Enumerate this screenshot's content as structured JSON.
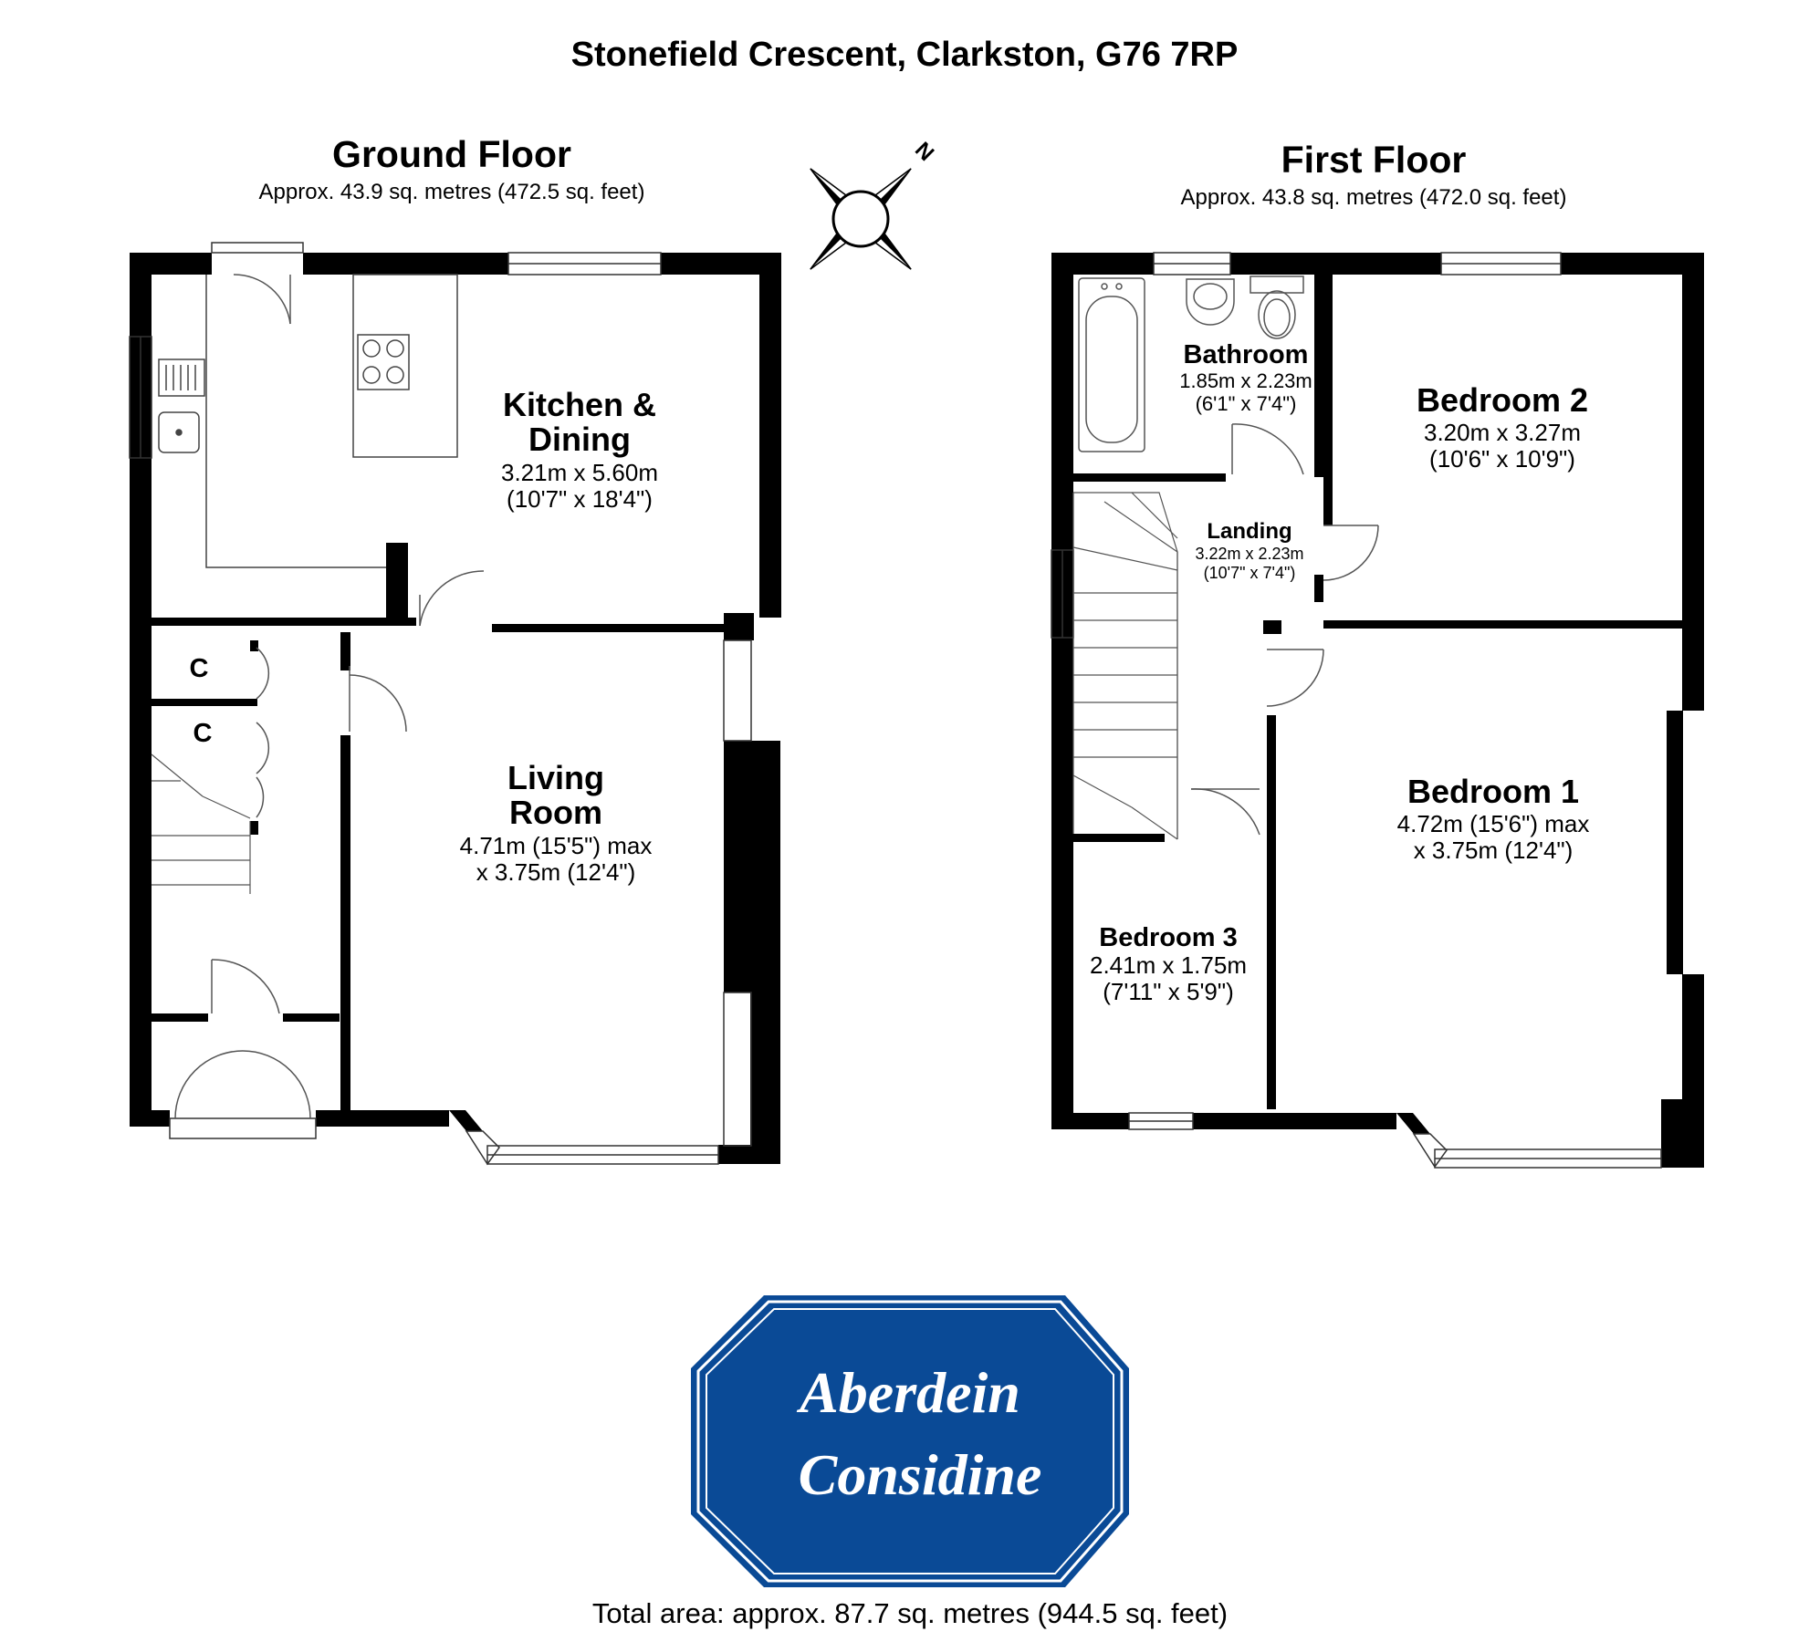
{
  "title": "Stonefield Crescent, Clarkston, G76 7RP",
  "ground_floor": {
    "title": "Ground Floor",
    "area": "Approx. 43.9 sq. metres (472.5 sq. feet)",
    "rooms": {
      "kitchen": {
        "name_1": "Kitchen &",
        "name_2": "Dining",
        "dim_1": "3.21m x 5.60m",
        "dim_2": "(10'7\" x 18'4\")"
      },
      "living": {
        "name_1": "Living",
        "name_2": "Room",
        "dim_1": "4.71m (15'5\") max",
        "dim_2": "x 3.75m (12'4\")"
      },
      "cupboard_1": {
        "name": "C"
      },
      "cupboard_2": {
        "name": "C"
      }
    }
  },
  "first_floor": {
    "title": "First Floor",
    "area": "Approx. 43.8 sq. metres (472.0 sq. feet)",
    "rooms": {
      "bathroom": {
        "name": "Bathroom",
        "dim_1": "1.85m x 2.23m",
        "dim_2": "(6'1\" x 7'4\")"
      },
      "bedroom2": {
        "name": "Bedroom 2",
        "dim_1": "3.20m x 3.27m",
        "dim_2": "(10'6\" x 10'9\")"
      },
      "landing": {
        "name": "Landing",
        "dim_1": "3.22m x 2.23m",
        "dim_2": "(10'7\" x 7'4\")"
      },
      "bedroom1": {
        "name": "Bedroom 1",
        "dim_1": "4.72m (15'6\") max",
        "dim_2": "x 3.75m (12'4\")"
      },
      "bedroom3": {
        "name": "Bedroom 3",
        "dim_1": "2.41m x 1.75m",
        "dim_2": "(7'11\" x 5'9\")"
      }
    }
  },
  "compass": {
    "north_label": "N"
  },
  "logo": {
    "line_1": "Aberdein",
    "line_2": "Considine",
    "color": "#0a4a96"
  },
  "total_area": "Total area: approx. 87.7 sq. metres (944.5 sq. feet)",
  "colors": {
    "wall": "#000000",
    "fixture": "#555555",
    "text": "#111111"
  }
}
